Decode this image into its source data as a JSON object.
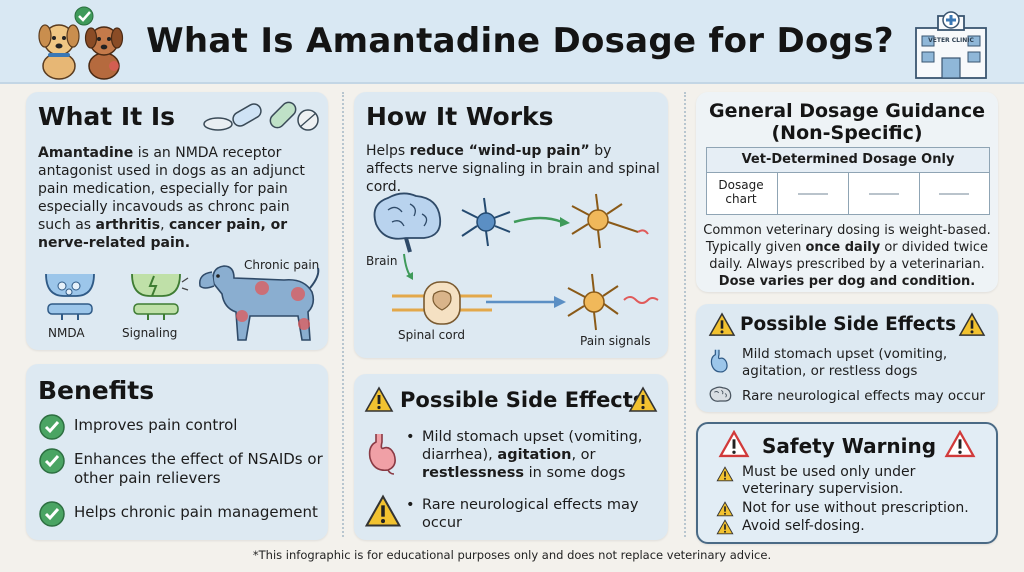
{
  "header": {
    "title": "What Is Amantadine Dosage for Dogs?",
    "clinic_sign": "VETER CLINIC",
    "icons": [
      "dogs-with-checkmark-icon",
      "vet-clinic-building-icon"
    ]
  },
  "what_it_is": {
    "heading": "What It Is",
    "text_bold_1": "Amantadine",
    "text_1": " is an NMDA receptor antagonist used in dogs as an adjunct pain medication, especially for pain especially incavouds as chronc pain such as ",
    "text_bold_2": "arthritis",
    "text_2": ", ",
    "text_bold_3": "cancer pain, or nerve-related pain.",
    "label_nmda": "NMDA",
    "label_signaling": "Signaling",
    "label_chronic": "Chronic pain",
    "icons": [
      "pills-icon",
      "nmda-receptor-icon",
      "signaling-receptor-icon",
      "dog-pain-points-icon"
    ]
  },
  "benefits": {
    "heading": "Benefits",
    "items": [
      "Improves pain control",
      "Enhances the effect of NSAIDs or other pain relievers",
      "Helps chronic pain management"
    ]
  },
  "how_it_works": {
    "heading": "How It Works",
    "text_1": "Helps ",
    "text_bold": "reduce “wind-up pain”",
    "text_2": " by affects nerve signaling in brain and spinal cord.",
    "label_brain": "Brain",
    "label_spinal": "Spinal cord",
    "label_pain": "Pain signals",
    "icons": [
      "brain-icon",
      "spinal-cord-icon",
      "neuron-icon"
    ]
  },
  "side_effects_mid": {
    "heading": "Possible Side Effects",
    "b1_1": "Mild stomach upset (vomiting, diarrhea), ",
    "b1_bold_1": "agitation",
    "b1_2": ", or ",
    "b1_bold_2": "restlessness",
    "b1_3": " in some dogs",
    "b2": "Rare neurological effects may occur",
    "icons": [
      "warning-icon",
      "stomach-icon"
    ]
  },
  "dosage": {
    "heading_1": "General Dosage Guidance",
    "heading_2": "(Non-Specific)",
    "table_header": "Vet-Determined Dosage Only",
    "row_label": "Dosage chart",
    "text_1": "Common veterinary dosing is weight-based. Typically given ",
    "text_bold_1": "once daily",
    "text_2": " or divided twice daily. Always prescribed by a veterinarian. ",
    "text_bold_2": "Dose varies per dog and condition."
  },
  "side_effects_right": {
    "heading": "Possible Side Effects",
    "item_1": "Mild stomach upset (vomiting, agitation, or restless dogs",
    "item_2": "Rare neurological effects may occur"
  },
  "safety": {
    "heading": "Safety Warning",
    "items": [
      "Must be used only under veterinary supervision.",
      "Not for use without prescription.",
      "Avoid self-dosing."
    ]
  },
  "footer": "*This infographic is for educational purposes only and does not replace veterinary advice.",
  "colors": {
    "panel": "#dde9f2",
    "header": "#d9e8f3",
    "check_green": "#3f9a5a",
    "warning_yellow": "#f2c230",
    "pain_red": "#e05a5a"
  }
}
